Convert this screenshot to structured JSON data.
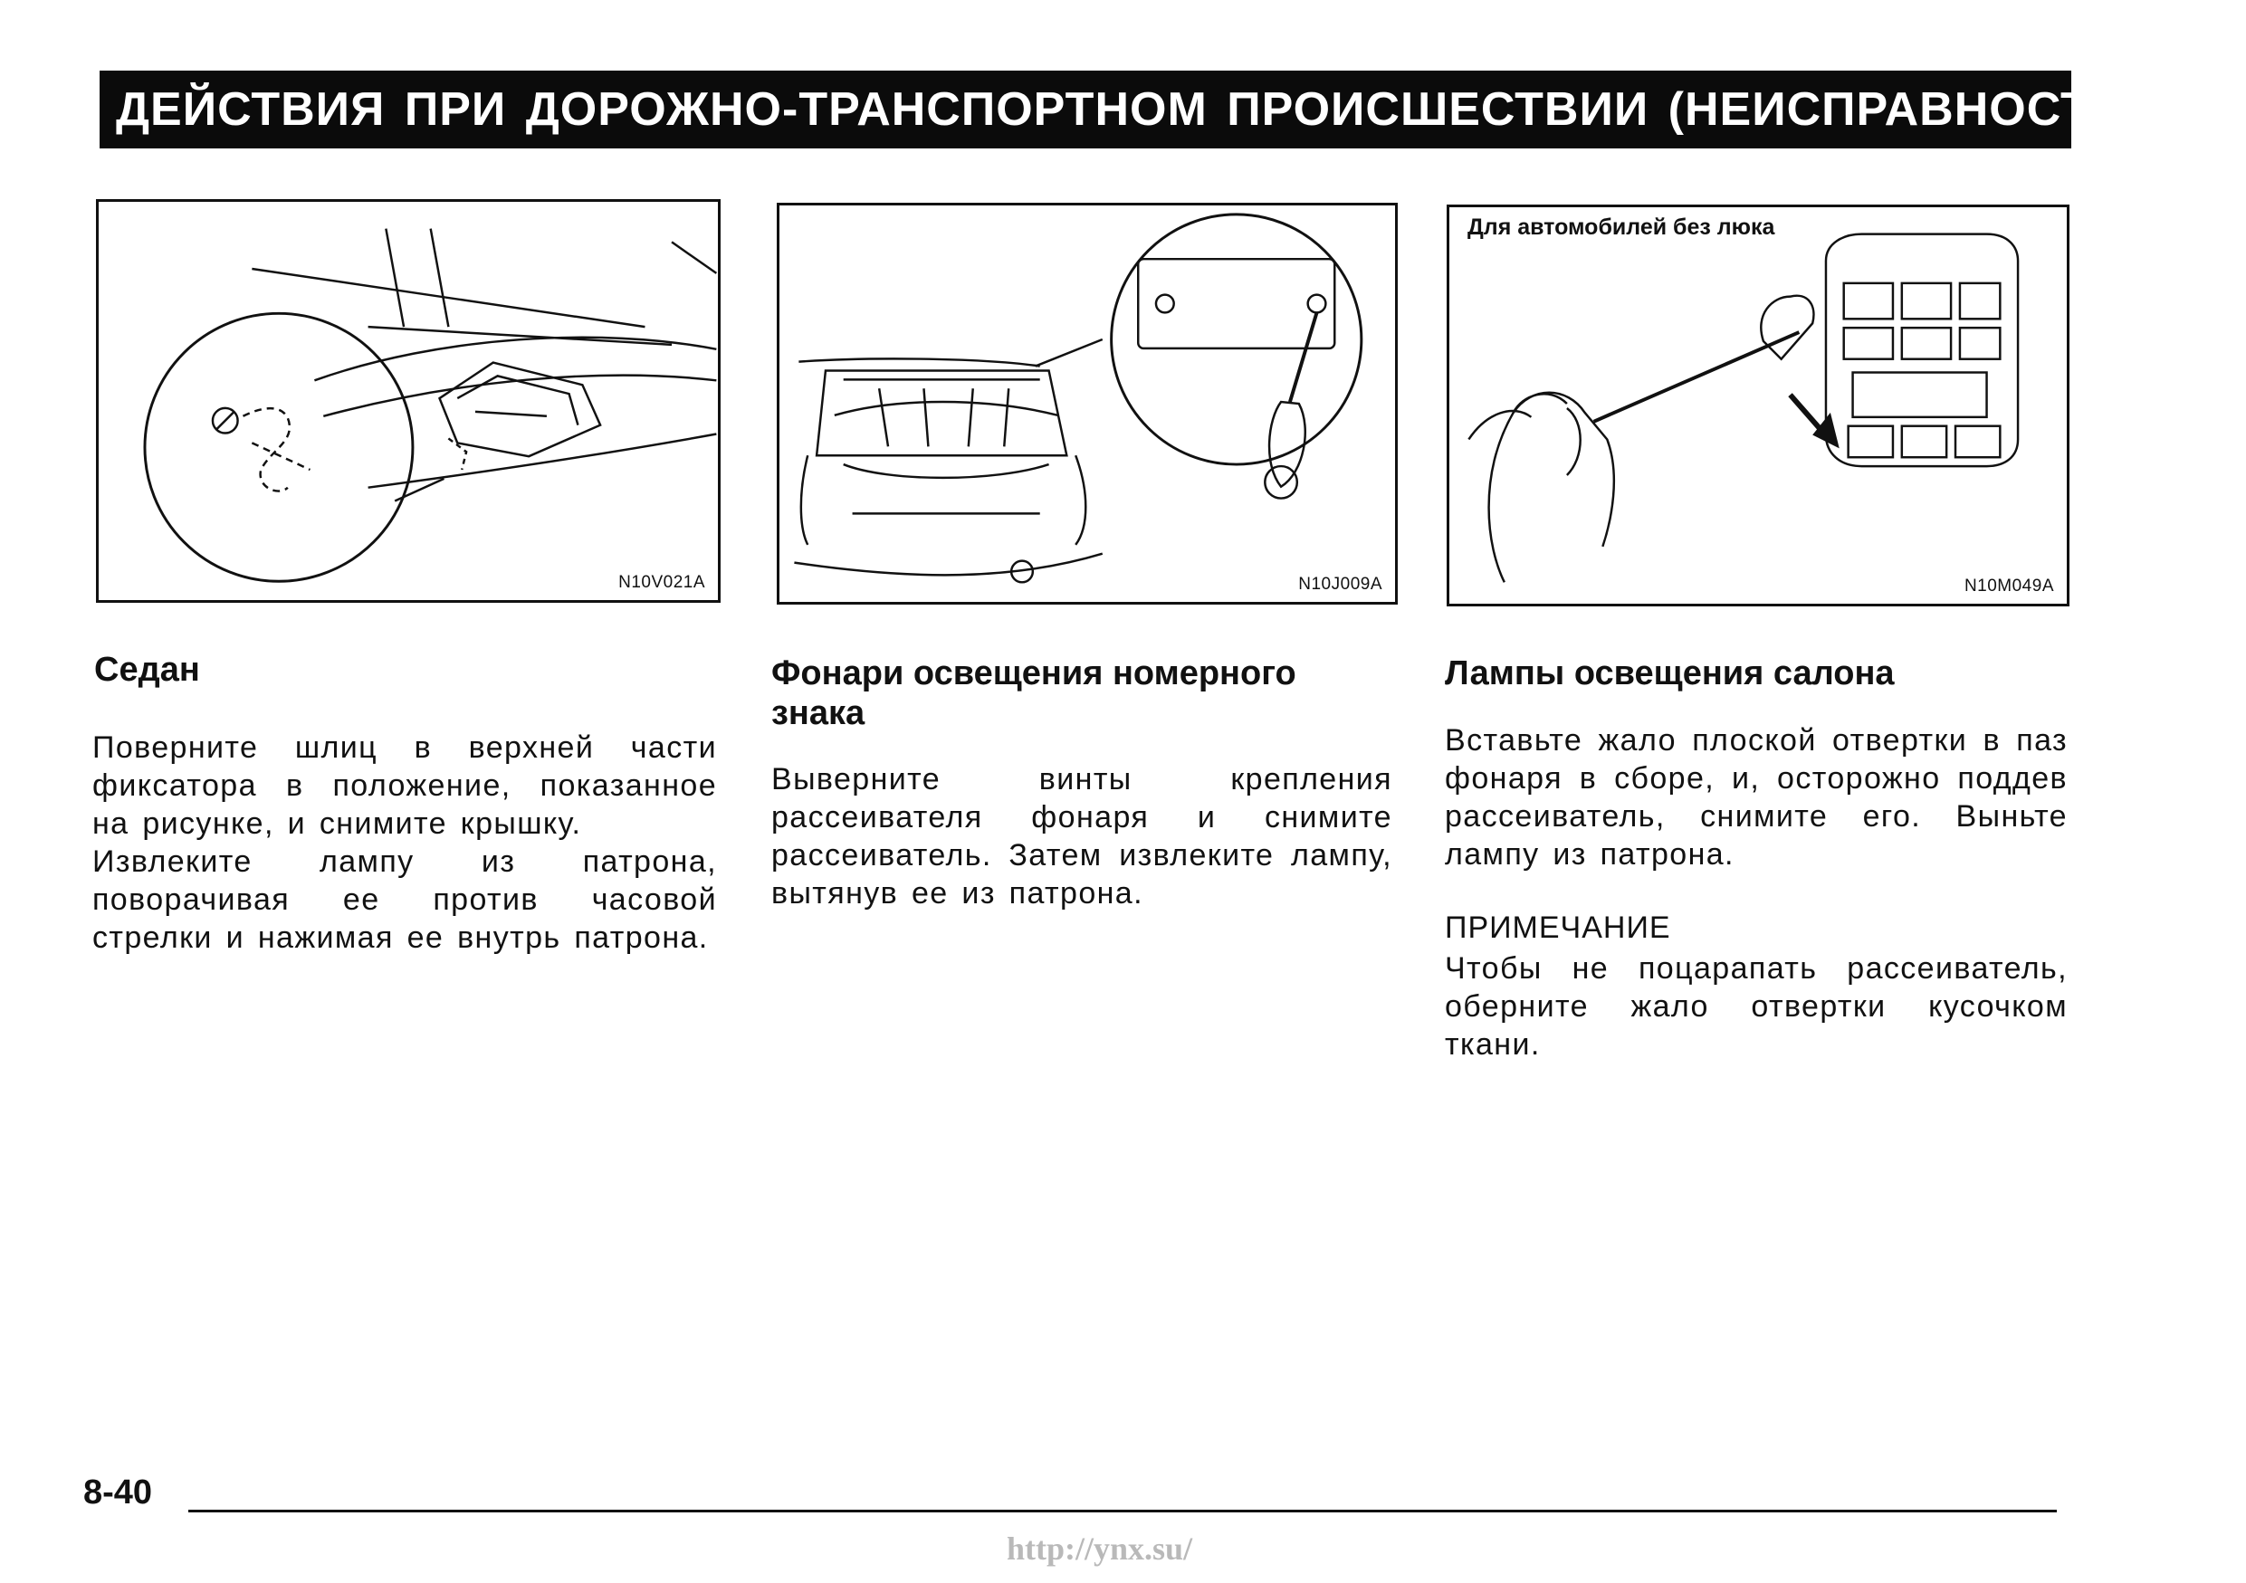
{
  "header": {
    "title": "ДЕЙСТВИЯ ПРИ ДОРОЖНО-ТРАНСПОРТНОМ ПРОИСШЕСТВИИ (НЕИСПРАВНОСТИ)"
  },
  "columns": [
    {
      "figure_code": "N10V021A",
      "title": "Седан",
      "paragraphs": [
        "Поверните шлиц в верхней части фиксатора в положение, показанное на рисунке, и снимите крышку.",
        "Извлеките лампу из патрона, поворачивая ее против часовой стрелки и нажимая ее внутрь патрона."
      ]
    },
    {
      "figure_code": "N10J009A",
      "title": "Фонари освещения номерного знака",
      "paragraphs": [
        "Выверните винты крепления рассеивателя фонаря и снимите рассеиватель. Затем извлеките лампу, вытянув ее из патрона."
      ]
    },
    {
      "figure_code": "N10M049A",
      "figure_caption": "Для автомобилей без люка",
      "title": "Лампы освещения салона",
      "paragraphs": [
        "Вставьте жало плоской отвертки в паз фонаря в сборе, и, осторожно поддев рассеиватель, снимите его. Выньте лампу из патрона."
      ],
      "note_label": "ПРИМЕЧАНИЕ",
      "note_text": "Чтобы не поцарапать рассеиватель, оберните жало отвертки кусочком ткани."
    }
  ],
  "footer": {
    "page_number": "8-40",
    "watermark": "http://ynx.su/"
  }
}
